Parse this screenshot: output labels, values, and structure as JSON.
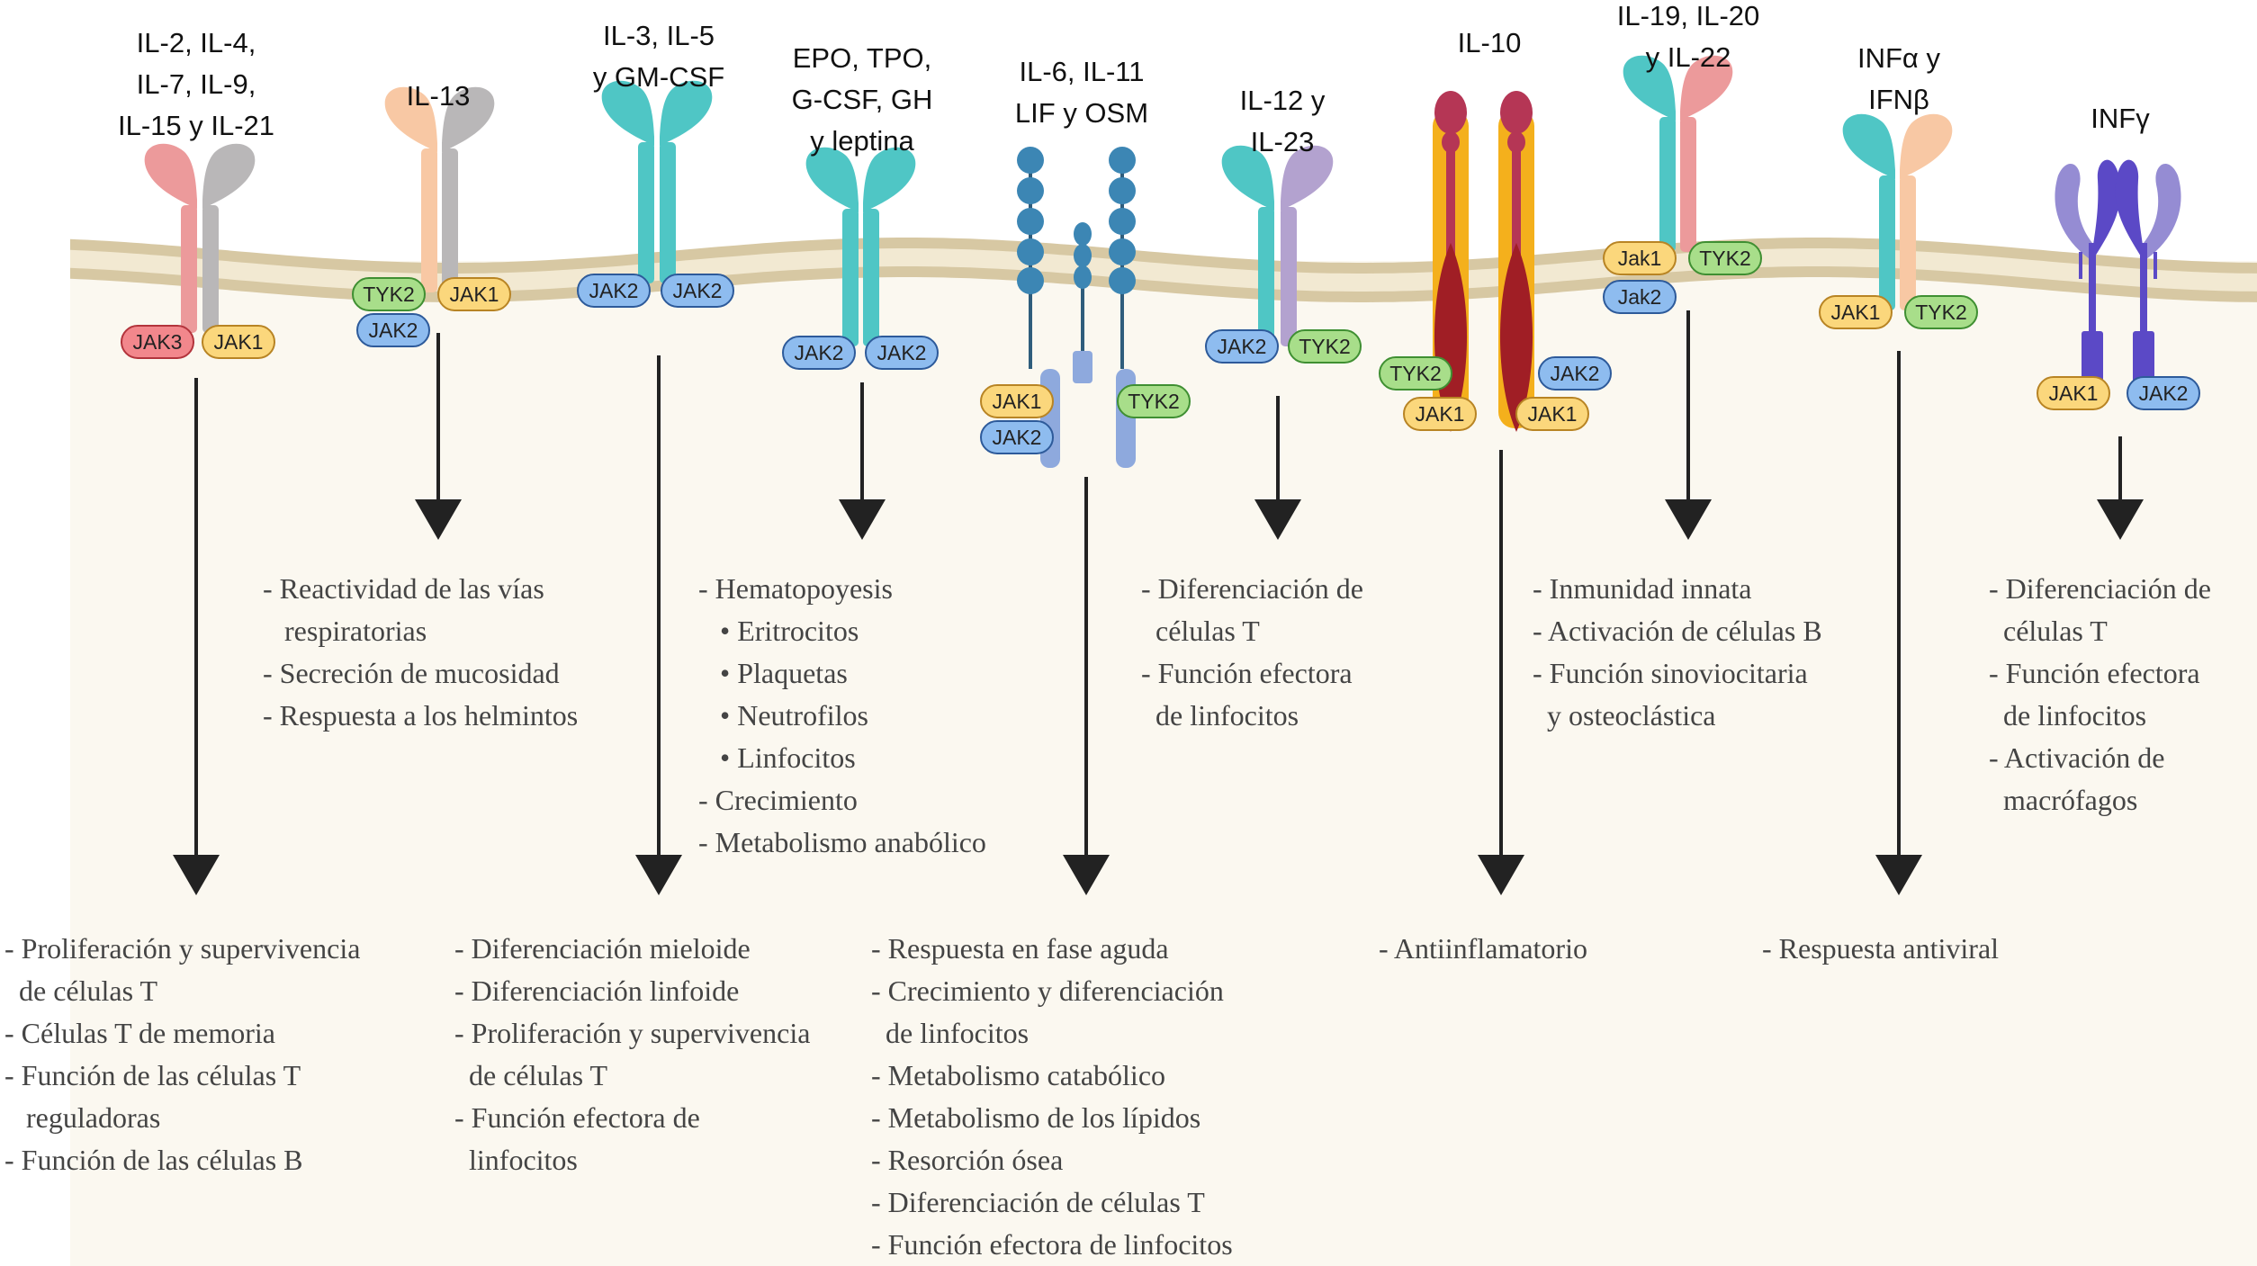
{
  "colors": {
    "cytoplasm": "#fbf8f0",
    "membrane_outer": "#d7c8a3",
    "membrane_inner": "#f2e9d2",
    "arrow": "#222222",
    "pink": "#ec9a9b",
    "gray": "#b9b7b8",
    "peach": "#f8c8a4",
    "teal": "#4fc6c5",
    "blue": "#3c86b4",
    "lightblue": "#8ea9dd",
    "lilac": "#b3a2cf",
    "orange": "#f4b01c",
    "crimson": "#b53655",
    "darkred": "#a01e25",
    "violet": "#5b49c6",
    "lightviolet": "#958cd3",
    "jak_yellow": "#fbd77c",
    "jak_blue": "#8ebcef",
    "jak_green": "#a8de8a",
    "jak_red": "#f2878c"
  },
  "receptors": [
    {
      "id": "il2",
      "label_lines": [
        "IL-2, IL-4,",
        "IL-7, IL-9,",
        "IL-15 y IL-21"
      ],
      "icon": "receptor-common-gamma-icon",
      "jaks": [
        "JAK3",
        "JAK1"
      ],
      "effects_mid": [],
      "effects_bottom": [
        "- Proliferación y supervivencia",
        "  de células T",
        "- Células T de memoria",
        "- Función de las células T",
        "   reguladoras",
        "- Función de las células B"
      ]
    },
    {
      "id": "il13",
      "label_lines": [
        "IL-13"
      ],
      "icon": "receptor-il13-icon",
      "jaks": [
        "TYK2",
        "JAK1",
        "JAK2"
      ],
      "effects_mid": [
        "- Reactividad de las vías",
        "   respiratorias",
        "- Secreción de mucosidad",
        "- Respuesta a los helmintos"
      ],
      "effects_bottom": []
    },
    {
      "id": "il3",
      "label_lines": [
        "IL-3, IL-5",
        "y GM-CSF"
      ],
      "icon": "receptor-beta-common-icon",
      "jaks": [
        "JAK2",
        "JAK2"
      ],
      "effects_mid": [],
      "effects_bottom": [
        "- Diferenciación mieloide",
        "- Diferenciación linfoide",
        "- Proliferación y supervivencia",
        "  de células T",
        "- Función efectora de",
        "  linfocitos"
      ]
    },
    {
      "id": "epo",
      "label_lines": [
        "EPO, TPO,",
        "G-CSF, GH",
        "y leptina"
      ],
      "icon": "receptor-homodimer-icon",
      "jaks": [
        "JAK2",
        "JAK2"
      ],
      "effects_mid": [
        "- Hematopoyesis",
        "   • Eritrocitos",
        "   • Plaquetas",
        "   • Neutrofilos",
        "   • Linfocitos",
        "- Crecimiento",
        "- Metabolismo anabólico"
      ],
      "effects_bottom": []
    },
    {
      "id": "il6",
      "label_lines": [
        "IL-6, IL-11",
        "LIF y OSM"
      ],
      "icon": "receptor-gp130-icon",
      "jaks": [
        "JAK1",
        "JAK2",
        "TYK2"
      ],
      "effects_mid": [],
      "effects_bottom": [
        "- Respuesta en fase aguda",
        "- Crecimiento y diferenciación",
        "  de linfocitos",
        "- Metabolismo catabólico",
        "- Metabolismo de los lípidos",
        "- Resorción ósea",
        "- Diferenciación de células T",
        "- Función efectora de linfocitos"
      ]
    },
    {
      "id": "il12",
      "label_lines": [
        "IL-12 y",
        "IL-23"
      ],
      "icon": "receptor-il12-icon",
      "jaks": [
        "JAK2",
        "TYK2"
      ],
      "effects_mid": [
        "- Diferenciación de",
        "  células T",
        "- Función efectora",
        "  de linfocitos"
      ],
      "effects_bottom": []
    },
    {
      "id": "il10",
      "label_lines": [
        "IL-10"
      ],
      "icon": "receptor-il10-icon",
      "jaks": [
        "TYK2",
        "JAK1",
        "JAK2",
        "JAK1"
      ],
      "effects_mid": [],
      "effects_bottom": [
        "- Antiinflamatorio"
      ]
    },
    {
      "id": "il19",
      "label_lines": [
        "IL-19, IL-20",
        "y IL-22"
      ],
      "icon": "receptor-il20-icon",
      "jaks": [
        "Jak1",
        "TYK2",
        "Jak2"
      ],
      "effects_mid": [
        "- Inmunidad innata",
        "- Activación de células B",
        "- Función sinoviocitaria",
        "  y osteoclástica"
      ],
      "effects_bottom": []
    },
    {
      "id": "infab",
      "label_lines": [
        "INFα y",
        "IFNβ"
      ],
      "icon": "receptor-ifnar-icon",
      "jaks": [
        "JAK1",
        "TYK2"
      ],
      "effects_mid": [],
      "effects_bottom": [
        "- Respuesta antiviral"
      ]
    },
    {
      "id": "infg",
      "label_lines": [
        "INFγ"
      ],
      "icon": "receptor-ifngr-icon",
      "jaks": [
        "JAK1",
        "JAK2"
      ],
      "effects_mid": [
        "- Diferenciación de",
        "  células T",
        "- Función efectora",
        "  de linfocitos",
        "- Activación de",
        "  macrófagos"
      ],
      "effects_bottom": []
    }
  ]
}
